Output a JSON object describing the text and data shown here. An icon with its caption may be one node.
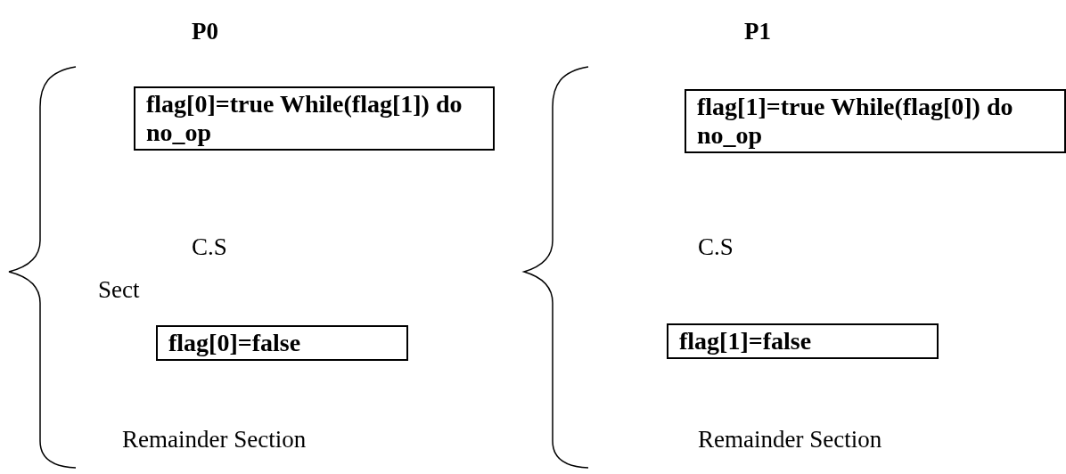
{
  "diagram": {
    "nodes": [
      {
        "text": [
          "flag[0]=true While(flag[1]) do no_op"
        ]
      },
      {
        "text": [
          "flag[1]=true While(flag[0]) do no_op"
        ]
      },
      {
        "text": [
          "flag[0]=false"
        ]
      },
      {
        "text": [
          "flag[1]=false"
        ]
      }
    ],
    "labels": [
      "P0",
      "P1",
      "C.S",
      "Sect",
      "Remainder Section",
      "C.S",
      "Remainder Section"
    ]
  }
}
